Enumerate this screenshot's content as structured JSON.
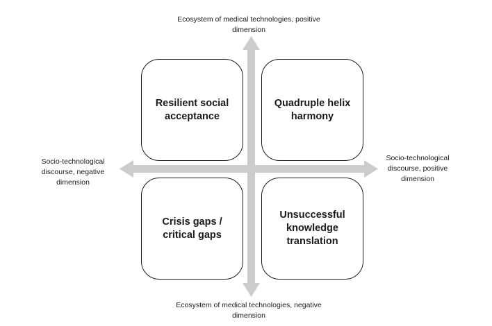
{
  "diagram": {
    "quadrants": {
      "top_left": "Resilient social acceptance",
      "top_right": "Quadruple helix harmony",
      "bottom_left": "Crisis gaps / critical gaps",
      "bottom_right": "Unsuccessful knowledge translation"
    },
    "axes": {
      "top": "Ecosystem of medical technologies, positive dimension",
      "bottom": "Ecosystem of medical technologies, negative dimension",
      "left": "Socio-technological discourse, negative dimension",
      "right": "Socio-technological discourse, positive dimension"
    },
    "colors": {
      "axis_arrow": "#cccccc",
      "box_border": "#1a1a1a",
      "text": "#1a1a1a"
    }
  }
}
